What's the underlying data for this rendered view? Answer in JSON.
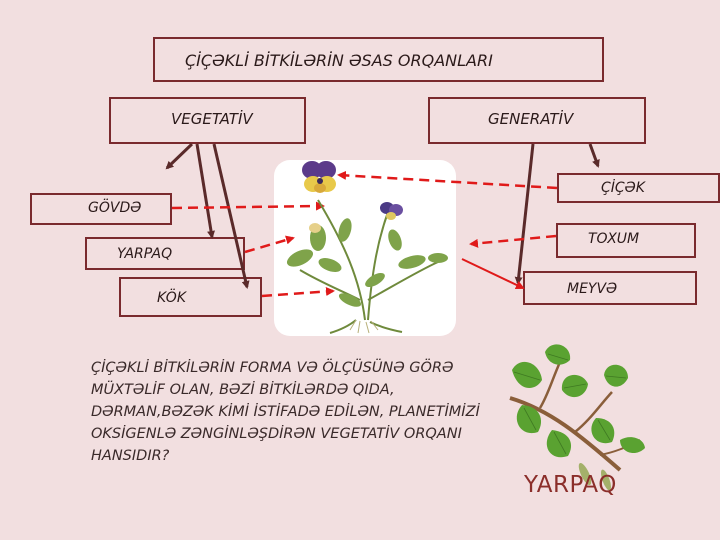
{
  "title": "ÇİÇƏKLİ BİTKİLƏRİN ƏSAS ORQANLARI",
  "vegetative": {
    "label": "VEGETATİV",
    "organs": [
      "GÖVDƏ",
      "YARPAQ",
      "KÖK"
    ]
  },
  "generative": {
    "label": "GENERATİV",
    "organs": [
      "ÇİÇƏK",
      "TOXUM",
      "MEYVƏ"
    ]
  },
  "question": "ÇİÇƏKLİ BİTKİLƏRİN FORMA VƏ ÖLÇÜSÜNƏ GÖRƏ MÜXTƏLİF OLAN, BƏZİ BİTKİLƏRDƏ QIDA, DƏRMAN,BƏZƏK KİMİ İSTİFADƏ EDİLƏN, PLANETİMİZİ OKSİGENLƏ ZƏNGİNLƏŞDİRƏN VEGETATİV ORQANI HANSIDIR?",
  "answer": "YARPAQ",
  "colors": {
    "background": "#f2dfe0",
    "box_border": "#7a2a2e",
    "dashed_arrow": "#e01a1a",
    "solid_arrow": "#5a2a2a",
    "answer_text": "#8b2e2a"
  },
  "icons": [
    "pansy-plant-illustration",
    "birch-branch-illustration"
  ]
}
